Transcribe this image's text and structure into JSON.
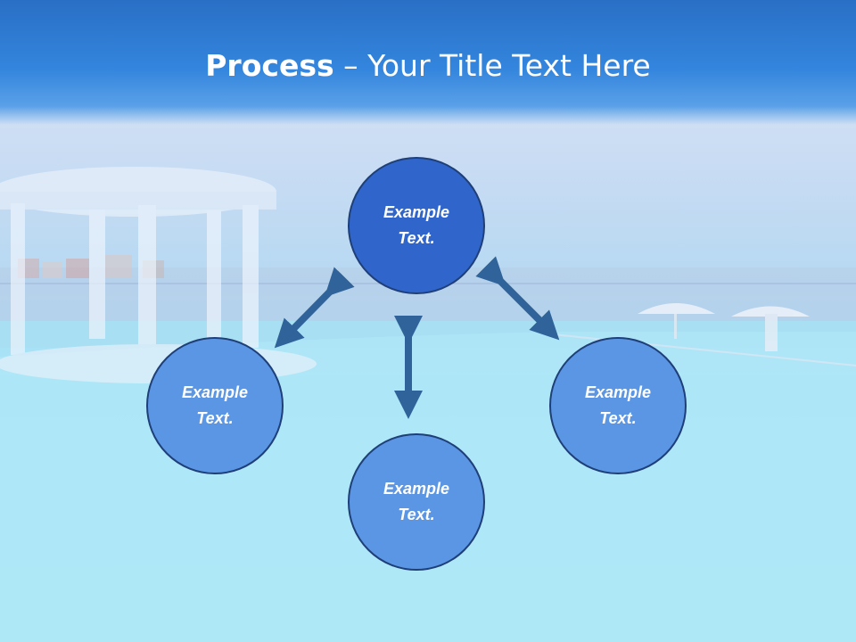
{
  "title": {
    "bold": "Process",
    "rest": " – Your Title Text Here"
  },
  "nodes": {
    "top": "Example\nText.",
    "left": "Example\nText.",
    "right": "Example\nText.",
    "bottom": "Example\nText."
  },
  "colors": {
    "title_band": "#2a6fc6",
    "node_primary": "#3066cc",
    "node_secondary": "#5a96e4",
    "node_border": "#1f3f78",
    "arrow": "#2f6399"
  }
}
